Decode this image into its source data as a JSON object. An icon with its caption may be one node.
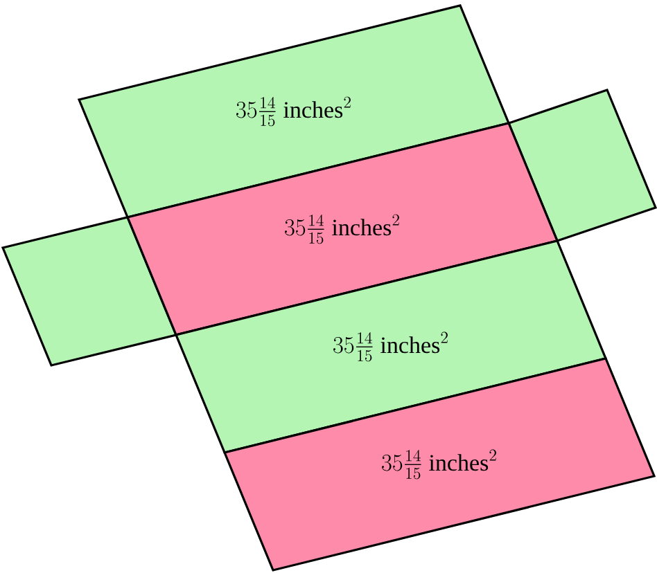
{
  "diagram": {
    "nodes": [
      {
        "text": [
          "35\\frac{14}{15}\\ \\mathrm{inches}^{2}"
        ]
      },
      {
        "text": [
          "35\\frac{14}{15}\\ \\mathrm{inches}^{2}"
        ]
      },
      {
        "text": [
          "35\\frac{14}{15}\\ \\mathrm{inches}^{2}"
        ]
      },
      {
        "text": [
          "35\\frac{14}{15}\\ \\mathrm{inches}^{2}"
        ]
      },
      {
        "text": [],
        "shape": "box"
      },
      {
        "text": [],
        "shape": "box"
      }
    ]
  }
}
